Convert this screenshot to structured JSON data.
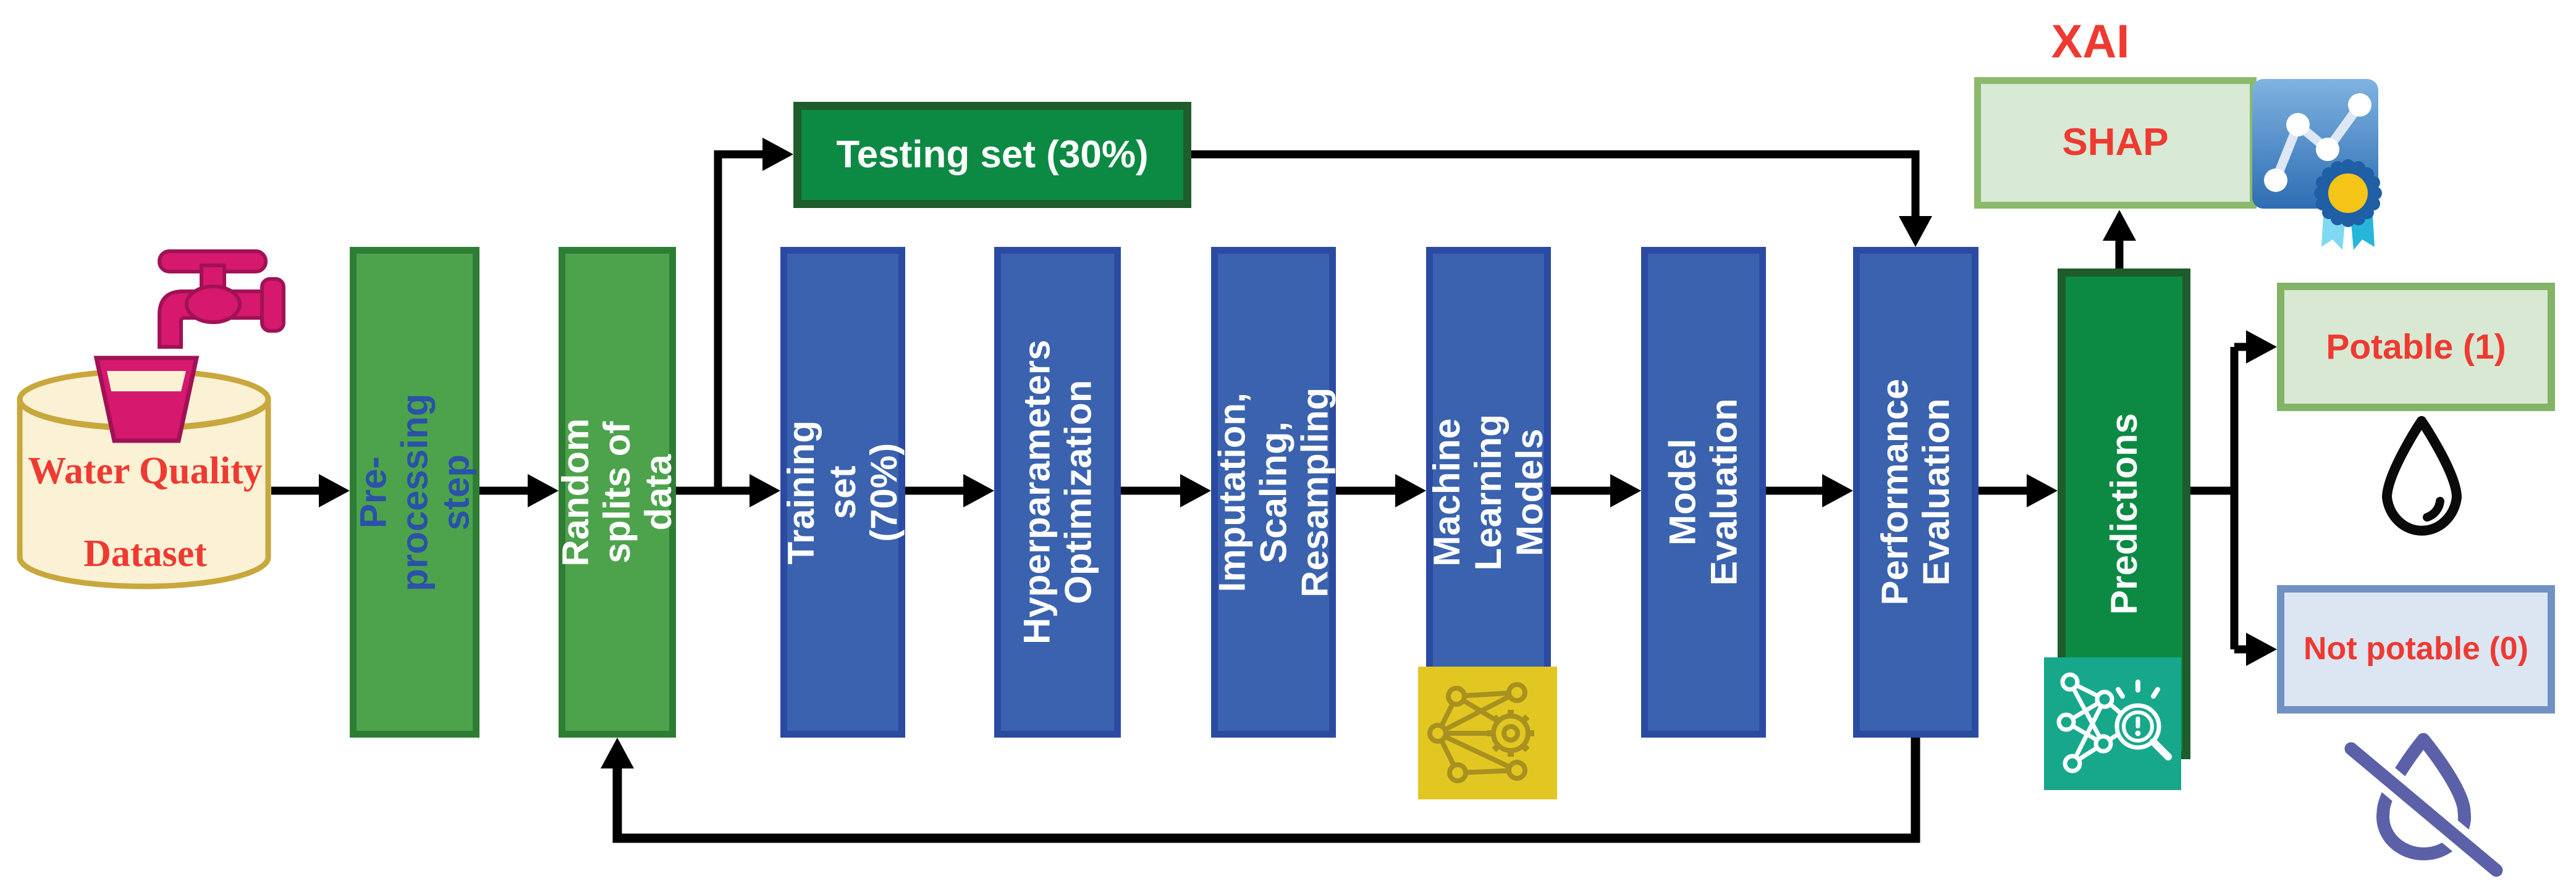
{
  "flowchart": {
    "xai_label": "XAI",
    "dataset": {
      "line1": "Water Quality",
      "line2": "Dataset"
    },
    "stages": {
      "preprocessing": {
        "label": "Pre-processing step"
      },
      "random_splits": {
        "label": "Random splits of data"
      },
      "testing_set": {
        "label": "Testing set (30%)"
      },
      "training_set": {
        "label": "Training set (70%)"
      },
      "hyperparameters": {
        "label": "Hyperparameters\nOptimization"
      },
      "imputation": {
        "label": "Imputation, Scaling,\nResampling"
      },
      "ml_models": {
        "label": "Machine Learning\nModels"
      },
      "model_evaluation": {
        "label": "Model Evaluation"
      },
      "performance_evaluation": {
        "label": "Performance Evaluation"
      },
      "predictions": {
        "label": "Predictions"
      },
      "shap": {
        "label": "SHAP"
      }
    },
    "outcomes": {
      "potable": {
        "label": "Potable (1)"
      },
      "not_potable": {
        "label": "Not potable (0)"
      }
    },
    "icons": {
      "faucet": "faucet-icon",
      "dataset_cylinder": "database-cylinder-icon",
      "ml_network_gear": "network-gear-icon",
      "predictions_inspect": "network-magnifier-icon",
      "chart_badge": "line-chart-award-icon",
      "water_drop": "water-drop-icon",
      "no_water_drop": "crossed-water-drop-icon"
    },
    "colors": {
      "green_box": "#4CA34C",
      "green_border": "#2E7D34",
      "dark_green_box": "#0C8A43",
      "dark_green_border": "#1E5C2B",
      "blue_box": "#3A62AE",
      "blue_border": "#2B4AA2",
      "shap_fill": "#D8E9D5",
      "shap_border": "#8CBA6B",
      "potable_fill": "#D9E8D3",
      "potable_border": "#82B366",
      "not_potable_fill": "#DCE6F3",
      "not_potable_border": "#7191C4",
      "red_text": "#EE3A31",
      "blue_text": "#2B51A8",
      "yellow_icon_bg": "#E2C722",
      "teal_icon_bg": "#17A88C",
      "faucet_pink": "#D6186E",
      "cylinder_fill": "#FBF2D5",
      "cylinder_border": "#C8A83D",
      "purple_icon": "#5B60A8",
      "arrow_color": "#000000"
    }
  }
}
